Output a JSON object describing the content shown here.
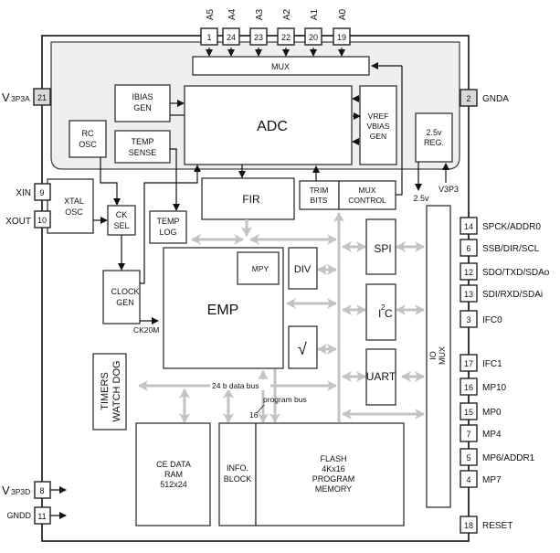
{
  "diagram": {
    "top_pins": [
      {
        "signal": "A5",
        "pin": "1"
      },
      {
        "signal": "A4",
        "pin": "24"
      },
      {
        "signal": "A3",
        "pin": "23"
      },
      {
        "signal": "A2",
        "pin": "22"
      },
      {
        "signal": "A1",
        "pin": "20"
      },
      {
        "signal": "A0",
        "pin": "19"
      }
    ],
    "left_pins": [
      {
        "signal": "V",
        "sub": "3P3A",
        "pin": "21"
      },
      {
        "signal": "XIN",
        "pin": "9"
      },
      {
        "signal": "XOUT",
        "pin": "10"
      },
      {
        "signal": "V",
        "sub": "3P3D",
        "pin": "8"
      },
      {
        "signal": "GNDD",
        "pin": "11"
      }
    ],
    "right_pins": [
      {
        "signal": "GNDA",
        "pin": "2"
      },
      {
        "signal": "SPCK/ADDR0",
        "pin": "14"
      },
      {
        "signal": "SSB/DIR/SCL",
        "pin": "6"
      },
      {
        "signal": "SDO/TXD/SDAo",
        "pin": "12"
      },
      {
        "signal": "SDI/RXD/SDAi",
        "pin": "13"
      },
      {
        "signal": "IFC0",
        "pin": "3"
      },
      {
        "signal": "IFC1",
        "pin": "17"
      },
      {
        "signal": "MP10",
        "pin": "16"
      },
      {
        "signal": "MP0",
        "pin": "15"
      },
      {
        "signal": "MP4",
        "pin": "7"
      },
      {
        "signal": "MP6/ADDR1",
        "pin": "5"
      },
      {
        "signal": "MP7",
        "pin": "4"
      },
      {
        "signal": "RESET",
        "pin": "18"
      }
    ],
    "blocks": {
      "mux": "MUX",
      "ibias": [
        "IBIAS",
        "GEN"
      ],
      "adc": "ADC",
      "vref": [
        "VREF",
        "VBIAS",
        "GEN"
      ],
      "rc_osc": [
        "RC",
        "OSC"
      ],
      "temp_sense": [
        "TEMP",
        "SENSE"
      ],
      "reg": [
        "2.5v",
        "REG."
      ],
      "xtal_osc": [
        "XTAL",
        "OSC"
      ],
      "ck_sel": [
        "CK",
        "SEL"
      ],
      "temp_log": [
        "TEMP",
        "LOG"
      ],
      "fir": "FIR",
      "trim_bits": [
        "TRIM",
        "BITS"
      ],
      "mux_control": [
        "MUX",
        "CONTROL"
      ],
      "clock_gen": [
        "CLOCK",
        "GEN"
      ],
      "emp": "EMP",
      "mpy": "MPY",
      "div": "DIV",
      "sqrt": "√",
      "spi": "SPI",
      "i2c": "I",
      "i2c_sup": "2",
      "i2c_tail": "C",
      "uart": "UART",
      "io_mux": [
        "IO",
        "MUX"
      ],
      "timers": [
        "TIMERS",
        "WATCH DOG"
      ],
      "ce_ram": [
        "CE DATA",
        "RAM",
        "512x24"
      ],
      "info_block": [
        "INFO.",
        "BLOCK"
      ],
      "flash": [
        "FLASH",
        "4Kx16",
        "PROGRAM",
        "MEMORY"
      ]
    },
    "labels": {
      "v25_out": "2.5v",
      "v3p3_in": "V3P3",
      "ck20m": "CK20M",
      "data_bus": "24 b data bus",
      "program_bus": "program bus",
      "bus_width": "16"
    }
  }
}
